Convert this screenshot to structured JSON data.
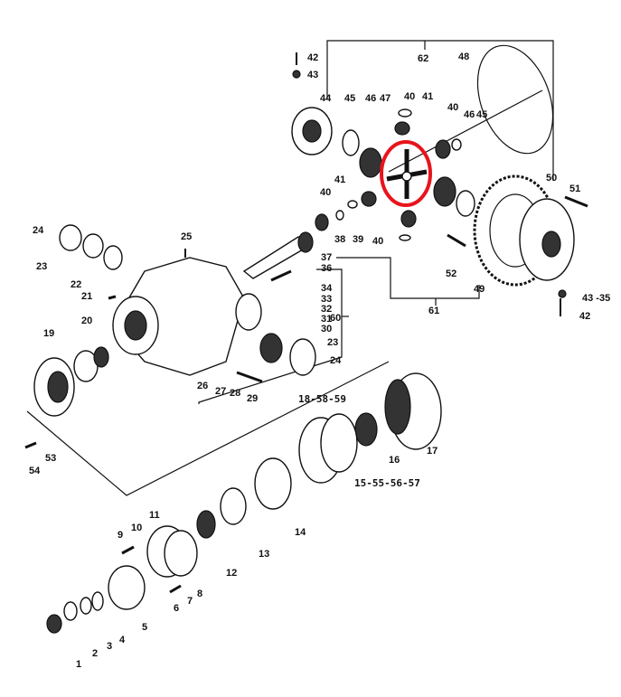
{
  "diagram": {
    "title": "Rear axle differential exploded parts diagram",
    "highlight_color": "#e8141c",
    "highlighted_part": "47",
    "labels": {
      "p1": "1",
      "p2": "2",
      "p3": "3",
      "p4": "4",
      "p5": "5",
      "p6": "6",
      "p7": "7",
      "p8": "8",
      "p9": "9",
      "p10": "10",
      "p11": "11",
      "p12": "12",
      "p13": "13",
      "p14": "14",
      "p16": "16",
      "p17": "17",
      "p19": "19",
      "p20": "20",
      "p21": "21",
      "p22": "22",
      "p23a": "23",
      "p23b": "23",
      "p24a": "24",
      "p24b": "24",
      "p25": "25",
      "p26": "26",
      "p27": "27",
      "p28": "28",
      "p29": "29",
      "p30": "30",
      "p31": "31",
      "p32": "32",
      "p33": "33",
      "p34": "34",
      "p36": "36",
      "p37": "37",
      "p38": "38",
      "p39": "39",
      "p40a": "40",
      "p40b": "40",
      "p40c": "40",
      "p40d": "40",
      "p41a": "41",
      "p41b": "41",
      "p42a": "42",
      "p42b": "42",
      "p43a": "43",
      "p43b": "43 -35",
      "p44": "44",
      "p45a": "45",
      "p45b": "45",
      "p46a": "46",
      "p46b": "46",
      "p47": "47",
      "p48": "48",
      "p49": "49",
      "p50": "50",
      "p51": "51",
      "p52": "52",
      "p53": "53",
      "p54": "54",
      "p60": "60",
      "p61": "61",
      "p62": "62",
      "g18": "18-58-59",
      "g15": "15-55-56-57"
    }
  }
}
